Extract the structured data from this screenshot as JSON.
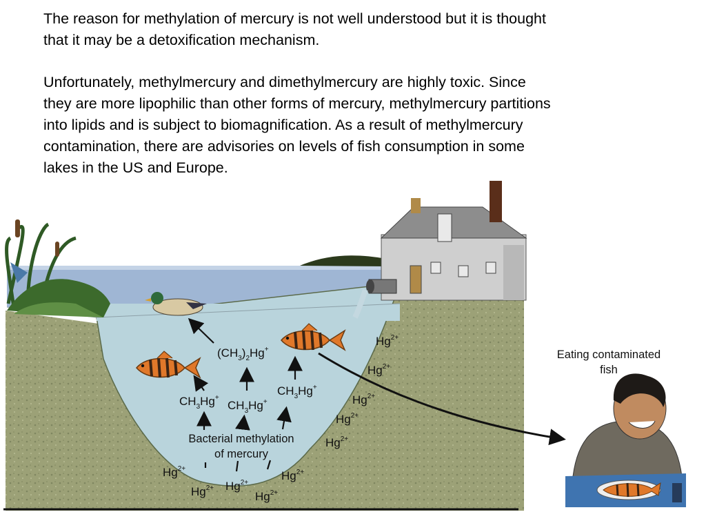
{
  "text": {
    "paragraph1_line1": "The reason for methylation of mercury is not well understood but it is thought",
    "paragraph1_line2": "that it may be a detoxification mechanism.",
    "paragraph2_line1": "Unfortunately, methylmercury and dimethylmercury are highly toxic.  Since",
    "paragraph2_line2": "they are more lipophilic than other forms of mercury, methylmercury partitions",
    "paragraph2_line3": "into lipids and is subject to biomagnification.  As a result of methylmercury",
    "paragraph2_line4": "contamination, there are advisories on levels of fish consumption in some",
    "paragraph2_line5": "lakes in the US and Europe."
  },
  "diagram": {
    "hg_base": "Hg",
    "hg_charge": "2+",
    "methyl_ion_main": "CH",
    "sub3": "3",
    "sub2": "2",
    "hg_text": "Hg",
    "plus": "+",
    "dimethyl_open": "(CH",
    "dimethyl_close": ")",
    "bacterial_line1": "Bacterial methylation",
    "bacterial_line2": "of mercury",
    "eating_line1": "Eating contaminated",
    "eating_line2": "fish"
  },
  "colors": {
    "water": "#b9d4dc",
    "sky_water": "#9fb6d4",
    "sediment": "#9a9f74",
    "fish_orange": "#e0782a",
    "house_wall": "#c9c9c9",
    "roof": "#8d8d8d"
  }
}
